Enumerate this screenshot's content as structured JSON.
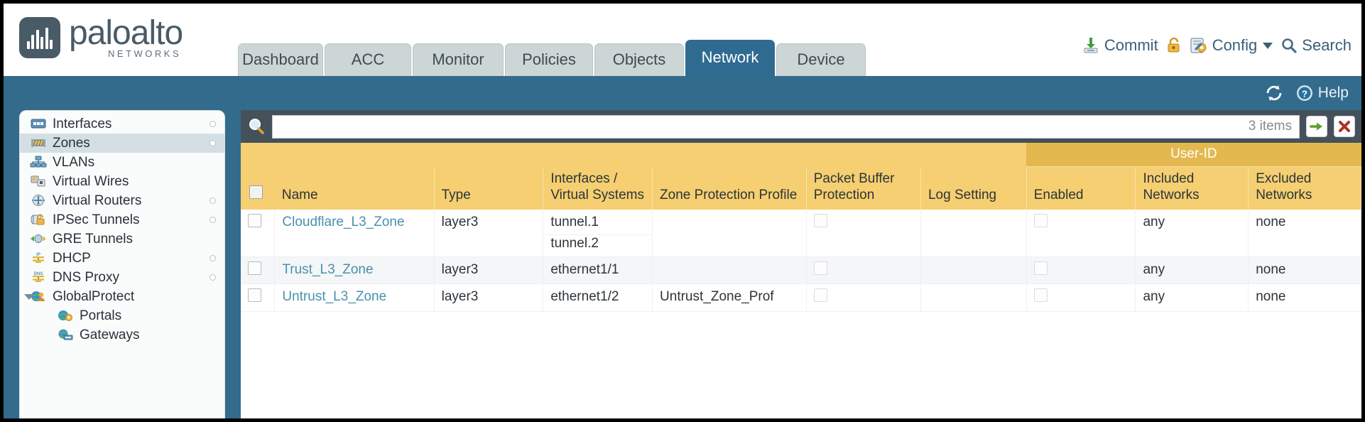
{
  "brand": {
    "name": "paloalto",
    "tagline": "NETWORKS",
    "registered": "®"
  },
  "nav": {
    "tabs": [
      {
        "label": "Dashboard",
        "active": false
      },
      {
        "label": "ACC",
        "active": false
      },
      {
        "label": "Monitor",
        "active": false
      },
      {
        "label": "Policies",
        "active": false
      },
      {
        "label": "Objects",
        "active": false
      },
      {
        "label": "Network",
        "active": true
      },
      {
        "label": "Device",
        "active": false
      }
    ]
  },
  "top_actions": {
    "commit": "Commit",
    "config": "Config",
    "search": "Search",
    "lock_icon": "lock-icon",
    "commit_icon": "commit-save-icon",
    "config_icon": "config-wrench-icon",
    "search_icon": "search-magnifier-icon"
  },
  "blueband": {
    "refresh_icon": "refresh-icon",
    "help": "Help",
    "help_icon": "help-question-icon"
  },
  "sidebar": {
    "items": [
      {
        "label": "Interfaces",
        "icon": "interfaces-icon",
        "selected": false,
        "child": false,
        "dot": true,
        "twisty": false
      },
      {
        "label": "Zones",
        "icon": "zones-icon",
        "selected": true,
        "child": false,
        "dot": true,
        "twisty": false
      },
      {
        "label": "VLANs",
        "icon": "vlans-icon",
        "selected": false,
        "child": false,
        "dot": false,
        "twisty": false
      },
      {
        "label": "Virtual Wires",
        "icon": "virtual-wires-icon",
        "selected": false,
        "child": false,
        "dot": false,
        "twisty": false
      },
      {
        "label": "Virtual Routers",
        "icon": "virtual-routers-icon",
        "selected": false,
        "child": false,
        "dot": true,
        "twisty": false
      },
      {
        "label": "IPSec Tunnels",
        "icon": "ipsec-tunnels-icon",
        "selected": false,
        "child": false,
        "dot": true,
        "twisty": false
      },
      {
        "label": "GRE Tunnels",
        "icon": "gre-tunnels-icon",
        "selected": false,
        "child": false,
        "dot": false,
        "twisty": false
      },
      {
        "label": "DHCP",
        "icon": "dhcp-icon",
        "selected": false,
        "child": false,
        "dot": true,
        "twisty": false
      },
      {
        "label": "DNS Proxy",
        "icon": "dns-proxy-icon",
        "selected": false,
        "child": false,
        "dot": true,
        "twisty": false
      },
      {
        "label": "GlobalProtect",
        "icon": "globalprotect-icon",
        "selected": false,
        "child": false,
        "dot": false,
        "twisty": true
      },
      {
        "label": "Portals",
        "icon": "portals-icon",
        "selected": false,
        "child": true,
        "dot": false,
        "twisty": false
      },
      {
        "label": "Gateways",
        "icon": "gateways-icon",
        "selected": false,
        "child": true,
        "dot": false,
        "twisty": false
      }
    ]
  },
  "search": {
    "value": "",
    "placeholder": "",
    "item_count": "3 items",
    "apply_icon": "green-arrow-apply-icon",
    "clear_icon": "red-x-clear-icon",
    "magnifier_icon": "search-magnifier-icon"
  },
  "table": {
    "group_header": "User-ID",
    "columns": [
      "Name",
      "Type",
      "Interfaces / Virtual Systems",
      "Zone Protection Profile",
      "Packet Buffer Protection",
      "Log Setting",
      "Enabled",
      "Included Networks",
      "Excluded Networks"
    ],
    "rows": [
      {
        "selected": false,
        "name": "Cloudflare_L3_Zone",
        "type": "layer3",
        "interfaces": [
          "tunnel.1",
          "tunnel.2"
        ],
        "zone_protection_profile": "",
        "packet_buffer_protection": false,
        "log_setting": "",
        "userid_enabled": false,
        "included_networks": "any",
        "excluded_networks": "none"
      },
      {
        "selected": false,
        "name": "Trust_L3_Zone",
        "type": "layer3",
        "interfaces": [
          "ethernet1/1"
        ],
        "zone_protection_profile": "",
        "packet_buffer_protection": false,
        "log_setting": "",
        "userid_enabled": false,
        "included_networks": "any",
        "excluded_networks": "none"
      },
      {
        "selected": false,
        "name": "Untrust_L3_Zone",
        "type": "layer3",
        "interfaces": [
          "ethernet1/2"
        ],
        "zone_protection_profile": "Untrust_Zone_Prof",
        "packet_buffer_protection": false,
        "log_setting": "",
        "userid_enabled": false,
        "included_networks": "any",
        "excluded_networks": "none"
      }
    ]
  },
  "colors": {
    "brand_blue": "#336b8c",
    "tab_inactive": "#ccd6d6",
    "header_gold": "#f5cf71",
    "group_gold": "#e3b94f",
    "link_blue": "#4a90ad",
    "searchbar_dark": "#44515a"
  }
}
